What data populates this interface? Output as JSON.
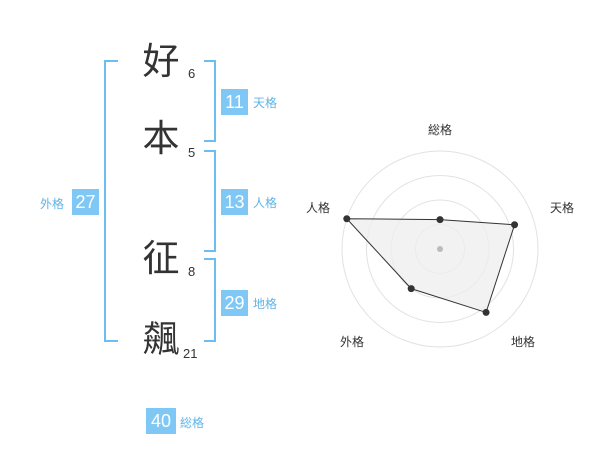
{
  "name": {
    "chars": [
      {
        "char": "好",
        "strokes": "6"
      },
      {
        "char": "本",
        "strokes": "5"
      },
      {
        "char": "征",
        "strokes": "8"
      },
      {
        "char": "飆",
        "strokes": "21"
      }
    ]
  },
  "fortunes": {
    "tenkaku": {
      "value": "11",
      "label": "天格"
    },
    "jinkaku": {
      "value": "13",
      "label": "人格"
    },
    "chikaku": {
      "value": "29",
      "label": "地格"
    },
    "gaikaku": {
      "value": "27",
      "label": "外格"
    },
    "soukaku": {
      "value": "40",
      "label": "総格"
    }
  },
  "radar": {
    "axes": [
      "総格",
      "天格",
      "地格",
      "外格",
      "人格"
    ],
    "values": [
      0.3,
      0.8,
      0.8,
      0.5,
      1.0
    ],
    "rings": 4,
    "colors": {
      "ring": "#e2e2e2",
      "fill": "#eeeeee",
      "line": "#333333",
      "point": "#333333",
      "center": "#bbbbbb"
    }
  },
  "colors": {
    "accent": "#7fc8f5",
    "accent_text": "#5fb3e8",
    "bracket": "#6cbdf0"
  }
}
